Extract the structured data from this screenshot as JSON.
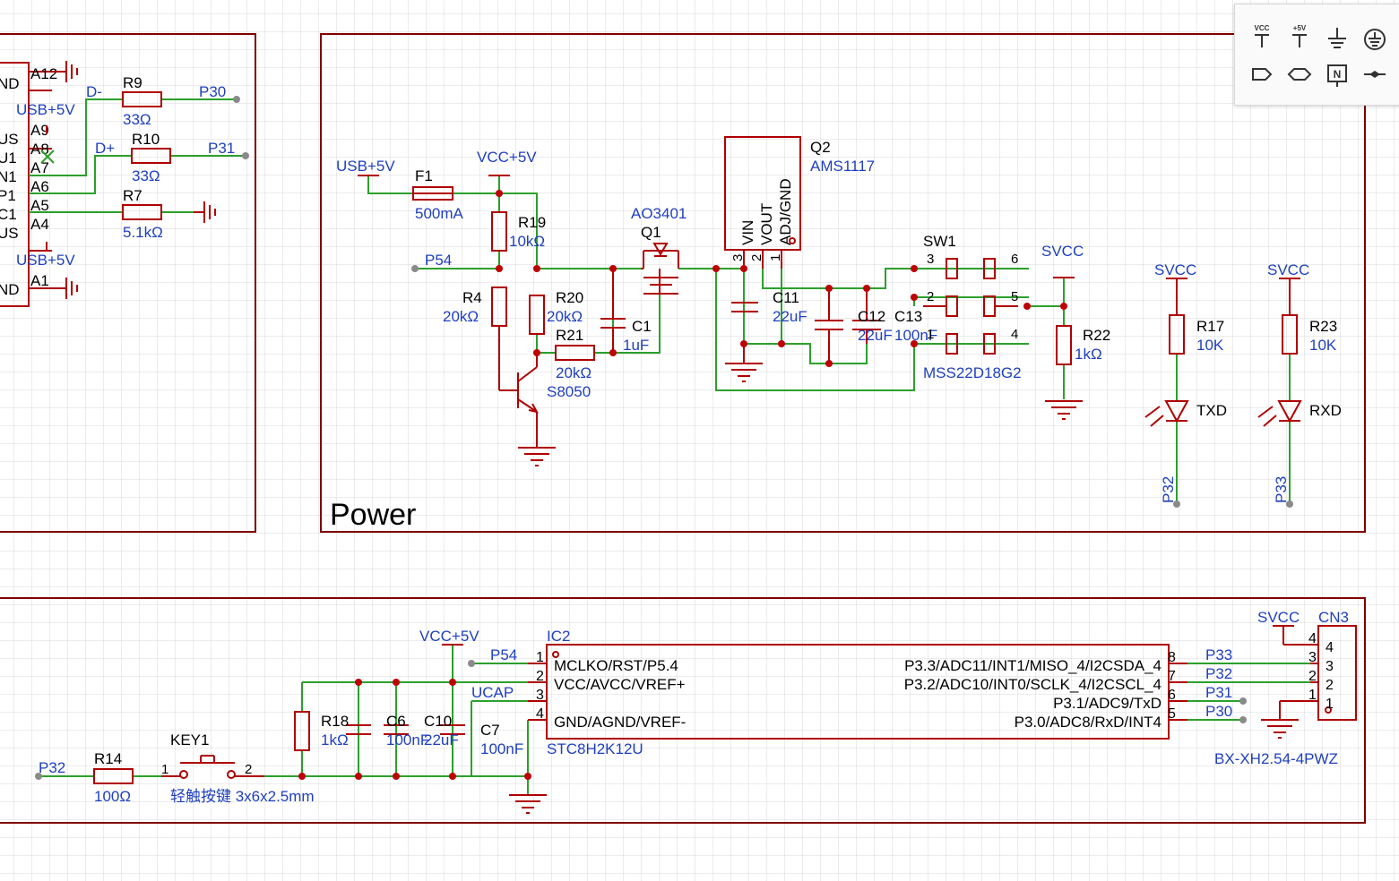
{
  "sheet": {
    "power_title": "Power"
  },
  "toolbar": {
    "vcc_label": "VCC",
    "plus5v_label": "+5V",
    "icons": [
      "vcc-power-icon",
      "plus5v-power-icon",
      "ground-icon",
      "earth-ground-icon",
      "net-port-icon",
      "bidirectional-port-icon",
      "no-connect-icon",
      "net-label-icon"
    ]
  },
  "usb_block": {
    "pins": [
      "A12",
      "A9",
      "A8",
      "A7",
      "A6",
      "A5",
      "A4",
      "A1"
    ],
    "pin_names": [
      "ND",
      "US",
      "U1",
      "N1",
      "P1",
      "C1",
      "US",
      "ND"
    ],
    "nets": [
      "USB+5V",
      "D-",
      "D+",
      "USB+5V"
    ],
    "r9": {
      "ref": "R9",
      "value": "33Ω"
    },
    "r10": {
      "ref": "R10",
      "value": "33Ω"
    },
    "r7": {
      "ref": "R7",
      "value": "5.1kΩ"
    },
    "ports": [
      "P30",
      "P31"
    ]
  },
  "power_block": {
    "usb5v": "USB+5V",
    "f1": {
      "ref": "F1",
      "value": "500mA"
    },
    "vcc5v": "VCC+5V",
    "p54": "P54",
    "r19": {
      "ref": "R19",
      "value": "10kΩ"
    },
    "r4": {
      "ref": "R4",
      "value": "20kΩ"
    },
    "r20": {
      "ref": "R20",
      "value": "20kΩ"
    },
    "r21": {
      "ref": "R21",
      "value": "20kΩ"
    },
    "c1": {
      "ref": "C1",
      "value": "1uF"
    },
    "q1": {
      "ref": "Q1",
      "value": "AO3401"
    },
    "s8050": "S8050",
    "q2": {
      "ref": "Q2",
      "value": "AMS1117",
      "pins": [
        "VIN",
        "VOUT",
        "ADJ/GND"
      ],
      "pin_nums": [
        "3",
        "2",
        "1"
      ]
    },
    "c11": {
      "ref": "C11",
      "value": "22uF"
    },
    "c12": {
      "ref": "C12",
      "value": "22uF"
    },
    "c13": {
      "ref": "C13",
      "value": "100nF"
    },
    "sw1": {
      "ref": "SW1",
      "value": "MSS22D18G2",
      "pin_nums": [
        "3",
        "6",
        "2",
        "5",
        "1",
        "4"
      ]
    },
    "svcc": "SVCC",
    "r22": {
      "ref": "R22",
      "value": "1kΩ"
    },
    "r17": {
      "ref": "R17",
      "value": "10K"
    },
    "r23": {
      "ref": "R23",
      "value": "10K"
    },
    "txd": "TXD",
    "rxd": "RXD",
    "p32": "P32",
    "p33": "P33"
  },
  "mcu_block": {
    "p32": "P32",
    "r14": {
      "ref": "R14",
      "value": "100Ω"
    },
    "key1": {
      "ref": "KEY1",
      "value": "轻触按键 3x6x2.5mm",
      "pin_nums": [
        "1",
        "2"
      ]
    },
    "r18": {
      "ref": "R18",
      "value": "1kΩ"
    },
    "c6": {
      "ref": "C6",
      "value": "100nF"
    },
    "c10": {
      "ref": "C10",
      "value": "22uF"
    },
    "c7": {
      "ref": "C7",
      "value": "100nF"
    },
    "vcc5v": "VCC+5V",
    "p54": "P54",
    "ucap": "UCAP",
    "ic2": {
      "ref": "IC2",
      "value": "STC8H2K12U",
      "left_pins": [
        {
          "num": "1",
          "name": "MCLKO/RST/P5.4"
        },
        {
          "num": "2",
          "name": "VCC/AVCC/VREF+"
        },
        {
          "num": "3",
          "name": ""
        },
        {
          "num": "4",
          "name": "GND/AGND/VREF-"
        }
      ],
      "right_pins": [
        {
          "num": "8",
          "name": "P3.3/ADC11/INT1/MISO_4/I2CSDA_4",
          "net": "P33"
        },
        {
          "num": "7",
          "name": "P3.2/ADC10/INT0/SCLK_4/I2CSCL_4",
          "net": "P32"
        },
        {
          "num": "6",
          "name": "P3.1/ADC9/TxD",
          "net": "P31"
        },
        {
          "num": "5",
          "name": "P3.0/ADC8/RxD/INT4",
          "net": "P30"
        }
      ]
    },
    "svcc": "SVCC",
    "cn3": {
      "ref": "CN3",
      "value": "BX-XH2.54-4PWZ",
      "pin_nums": [
        "4",
        "3",
        "2",
        "1"
      ]
    }
  }
}
